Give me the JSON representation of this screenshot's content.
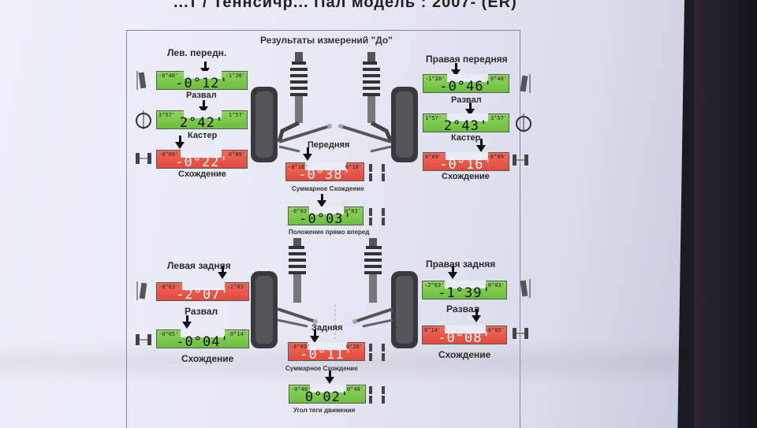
{
  "header": {
    "text": "...т / Теннсичр... Пал модель : 2007-   (ER)"
  },
  "report": {
    "title": "Результаты измерений \"До\"",
    "front_left": {
      "name": "Лев. передн.",
      "camber": {
        "label": "Развал",
        "value": "-0°12'",
        "min": "-0°40'",
        "max": "-1°20'"
      },
      "caster": {
        "label": "Кастер",
        "value": "2°42'",
        "min": "3°57'",
        "max": "1°57'"
      },
      "toe": {
        "label": "Схождение",
        "value": "-0°22'",
        "min": "-0°09'",
        "max": "0°09'"
      }
    },
    "front_right": {
      "name": "Правая передняя",
      "camber": {
        "label": "Развал",
        "value": "-0°46'",
        "min": "-1°20'",
        "max": "0°40'"
      },
      "caster": {
        "label": "Кастер",
        "value": "2°43'",
        "min": "1°57'",
        "max": "3°57'"
      },
      "toe": {
        "label": "Схождение",
        "value": "-0°16'",
        "min": "0°09'",
        "max": "-0°09'"
      }
    },
    "front_center": {
      "axle": "Передняя",
      "total_toe": {
        "label": "Суммарное Схождение",
        "value": "-0°38'",
        "min": "-0°18'",
        "max": "0°18'"
      },
      "straight": {
        "label": "Положение прямо вперед",
        "value": "-0°03'",
        "min": "-0°03'",
        "max": "0°03'"
      }
    },
    "rear_left": {
      "name": "Левая задняя",
      "camber": {
        "label": "Развал",
        "value": "-2°07'",
        "min": "-0°03'",
        "max": "-2°03'"
      },
      "toe": {
        "label": "Схождение",
        "value": "-0°04'",
        "min": "-0°05'",
        "max": "0°14'"
      }
    },
    "rear_right": {
      "name": "Правая задняя",
      "camber": {
        "label": "Развал",
        "value": "-1°39'",
        "min": "-2°03'",
        "max": "-0°03'"
      },
      "toe": {
        "label": "Схождение",
        "value": "-0°08'",
        "min": "0°14'",
        "max": "-0°05'"
      }
    },
    "rear_center": {
      "axle": "Задняя",
      "total_toe": {
        "label": "Суммарное Схождение",
        "value": "-0°11'",
        "min": "-0°09'",
        "max": "0°28'"
      },
      "thrust": {
        "label": "Угол тяги движения",
        "value": "0°02'",
        "min": "-0°48'",
        "max": "0°48'"
      }
    }
  },
  "colors": {
    "in_range": "#6cbf3e",
    "out_of_range": "#e04a3c"
  }
}
